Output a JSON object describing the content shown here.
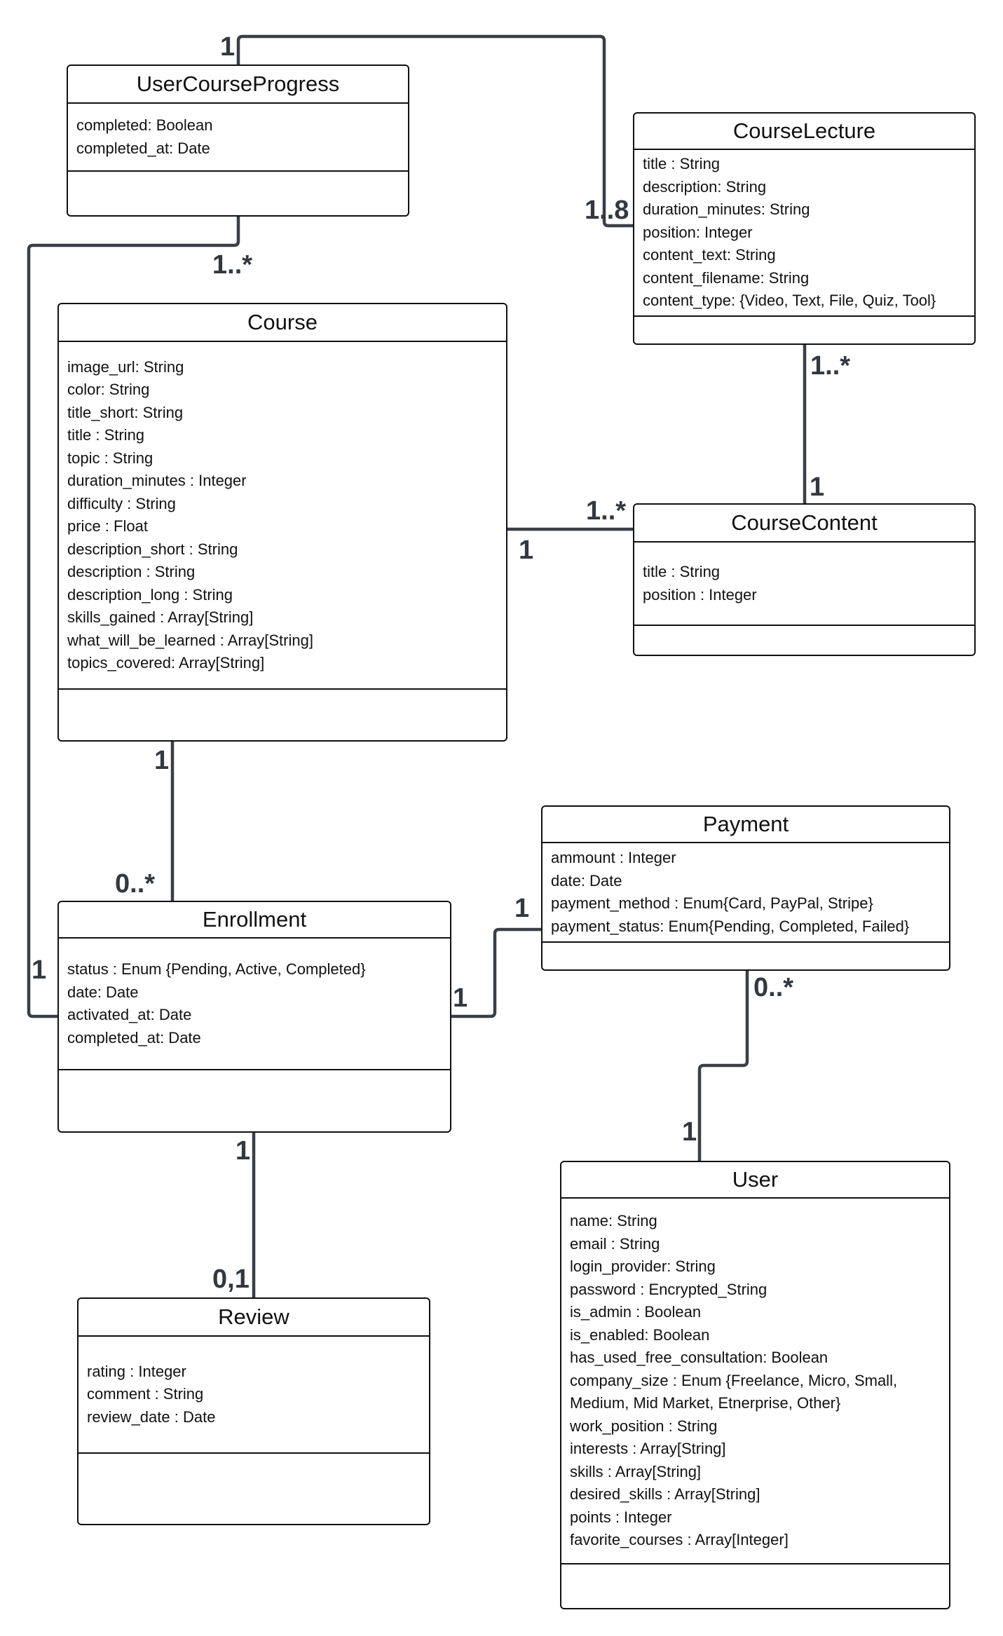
{
  "diagram": {
    "type": "UML class diagram",
    "classes": {
      "user_course_progress": {
        "name": "UserCourseProgress",
        "attributes": [
          "completed: Boolean",
          "completed_at: Date"
        ],
        "operations": []
      },
      "course_lecture": {
        "name": "CourseLecture",
        "attributes": [
          "title : String",
          "description: String",
          "duration_minutes: String",
          "position: Integer",
          "content_text: String",
          "content_filename: String",
          "content_type: {Video, Text, File, Quiz, Tool}"
        ],
        "operations": []
      },
      "course": {
        "name": "Course",
        "attributes": [
          "image_url: String",
          "color: String",
          "title_short: String",
          "title : String",
          "topic : String",
          "duration_minutes : Integer",
          "difficulty : String",
          "price : Float",
          "description_short : String",
          "description : String",
          "description_long : String",
          "skills_gained : Array[String]",
          "what_will_be_learned : Array[String]",
          "topics_covered: Array[String]"
        ],
        "operations": []
      },
      "course_content": {
        "name": "CourseContent",
        "attributes": [
          "title : String",
          "position : Integer"
        ],
        "operations": []
      },
      "payment": {
        "name": "Payment",
        "attributes": [
          "ammount : Integer",
          "date: Date",
          "payment_method : Enum{Card, PayPal, Stripe}",
          "payment_status: Enum{Pending, Completed, Failed}"
        ],
        "operations": []
      },
      "enrollment": {
        "name": "Enrollment",
        "attributes": [
          "status : Enum {Pending, Active, Completed}",
          "date: Date",
          "activated_at: Date",
          "completed_at: Date"
        ],
        "operations": []
      },
      "user": {
        "name": "User",
        "attributes": [
          "name: String",
          "email : String",
          "login_provider: String",
          "password : Encrypted_String",
          "is_admin : Boolean",
          "is_enabled: Boolean",
          "has_used_free_consultation: Boolean",
          "company_size : Enum {Freelance, Micro, Small,",
          "Medium, Mid Market, Etnerprise, Other}",
          "work_position : String",
          "interests : Array[String]",
          "skills : Array[String]",
          "desired_skills : Array[String]",
          "points : Integer",
          "favorite_courses : Array[Integer]"
        ],
        "operations": []
      },
      "review": {
        "name": "Review",
        "attributes": [
          "rating : Integer",
          "comment : String",
          "review_date : Date"
        ],
        "operations": []
      }
    },
    "associations": [
      {
        "id": "ucp_lecture",
        "from": "UserCourseProgress",
        "to": "CourseLecture",
        "from_mult": "1",
        "to_mult": "1..8"
      },
      {
        "id": "ucp_enrollment",
        "from": "UserCourseProgress",
        "to": "Enrollment",
        "from_mult": "1..*",
        "to_mult": "1"
      },
      {
        "id": "course_content",
        "from": "Course",
        "to": "CourseContent",
        "from_mult": "1",
        "to_mult": "1..*"
      },
      {
        "id": "content_lecture",
        "from": "CourseContent",
        "to": "CourseLecture",
        "from_mult": "1",
        "to_mult": "1..*"
      },
      {
        "id": "course_enrollment",
        "from": "Course",
        "to": "Enrollment",
        "from_mult": "1",
        "to_mult": "0..*"
      },
      {
        "id": "enrollment_payment",
        "from": "Enrollment",
        "to": "Payment",
        "from_mult": "1",
        "to_mult": "1"
      },
      {
        "id": "user_payment",
        "from": "User",
        "to": "Payment",
        "from_mult": "1",
        "to_mult": "0..*"
      },
      {
        "id": "enrollment_review",
        "from": "Enrollment",
        "to": "Review",
        "from_mult": "1",
        "to_mult": "0,1"
      }
    ],
    "colors": {
      "line": "#3a3f47",
      "border": "#111111",
      "background": "#ffffff"
    }
  }
}
